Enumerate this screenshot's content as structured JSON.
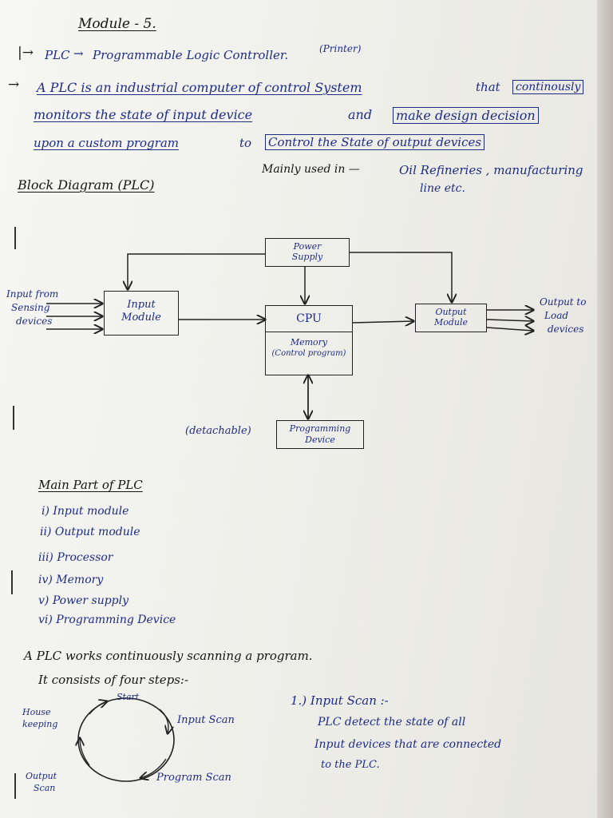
{
  "title": "Module - 5.",
  "line1": {
    "arrow": "|→",
    "plc": "PLC",
    "arrow2": "→",
    "expansion": "Programmable Logic Controller.",
    "note": "(Printer)"
  },
  "definition": {
    "arrow": "→",
    "part1": "A PLC is an industrial computer of control System",
    "part2": "that",
    "part3": "continously",
    "part4": "monitors the state of input device",
    "part5": "and",
    "part6": "make design decision",
    "part7": "upon a custom program",
    "part8": "to",
    "part9": "Control the State of output devices"
  },
  "usage": {
    "label": "Mainly used in —",
    "value1": "Oil Refineries , manufacturing",
    "value2": "line etc."
  },
  "block_heading": "Block Diagram (PLC)",
  "diagram": {
    "power_supply": [
      "Power",
      "Supply"
    ],
    "input_module": [
      "Input",
      "Module"
    ],
    "cpu": "CPU",
    "memory": [
      "Memory",
      "(Control program)"
    ],
    "output_module": [
      "Output",
      "Module"
    ],
    "programming_device": [
      "Programming",
      "Device"
    ],
    "detachable": "(detachable)",
    "input_from": [
      "Input from",
      "Sensing",
      "devices"
    ],
    "output_to": [
      "Output to",
      "Load",
      "devices"
    ]
  },
  "main_parts": {
    "heading": "Main Part of PLC",
    "items": [
      "i) Input module",
      "ii) Output module",
      "iii) Processor",
      "iv) Memory",
      "v) Power supply",
      "vi) Programming Device"
    ]
  },
  "scan_intro": {
    "line1": "A PLC works continuously scanning a program.",
    "line2": "It consists of four steps:-"
  },
  "cycle": {
    "start": "Start",
    "house": [
      "House",
      "keeping"
    ],
    "input": "Input Scan",
    "program": "Program Scan",
    "output": [
      "Output",
      "Scan"
    ]
  },
  "input_scan": {
    "title": "1.) Input Scan :-",
    "lines": [
      "PLC detect the state of all",
      "Input devices that are connected",
      "to the PLC."
    ]
  }
}
